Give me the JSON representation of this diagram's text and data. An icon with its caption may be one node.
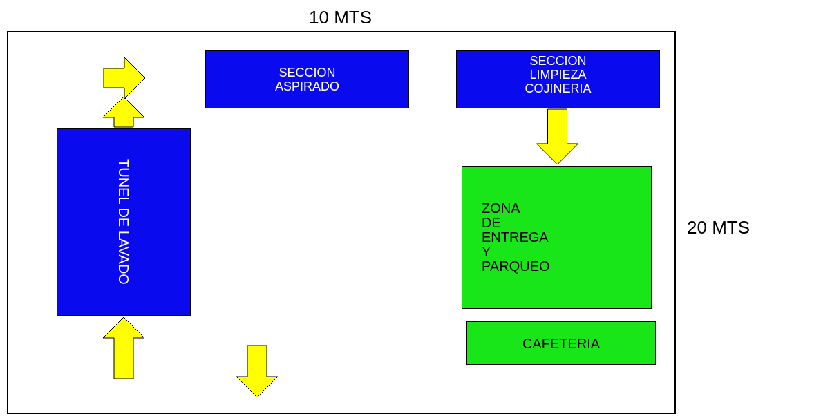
{
  "diagram": {
    "nodes": [
      {
        "text": [],
        "shape": "box"
      },
      {
        "text": [
          "SECCION ASPIRADO"
        ],
        "in": 0
      },
      {
        "text": [
          "SECCION LIMPIEZA COJINERIA"
        ],
        "in": 0
      },
      {
        "text": [
          "TUNEL DE LAVADO"
        ],
        "in": 0
      },
      {
        "text": [
          "ZONA DE ENTREGA Y PARQUEO"
        ],
        "in": 0
      },
      {
        "text": [
          "CAFETERIA"
        ],
        "in": 0
      }
    ],
    "edges": [
      {
        "from": null,
        "to": 3,
        "arrow": "to"
      },
      {
        "from": 3,
        "to": null,
        "arrow": "to"
      },
      {
        "from": 2,
        "to": 4,
        "arrow": "to"
      }
    ],
    "labels": [
      "10 MTS",
      "20 MTS"
    ]
  }
}
